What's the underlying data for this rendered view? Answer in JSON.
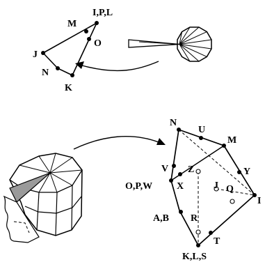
{
  "labels": {
    "top": {
      "ipl": "I,P,L",
      "m": "M",
      "o": "O",
      "j": "J",
      "n": "N",
      "k": "K"
    },
    "bottom": {
      "n": "N",
      "u": "U",
      "m": "M",
      "v": "V",
      "z": "Z",
      "y": "Y",
      "opw": "O,P,W",
      "x": "X",
      "j": "J",
      "q": "Q",
      "i": "I",
      "ab": "A,B",
      "r": "R",
      "t": "T",
      "kls": "K,L,S"
    }
  },
  "colors": {
    "ink": "#000000",
    "background": "#ffffff",
    "shading": "#9a9a9a"
  }
}
